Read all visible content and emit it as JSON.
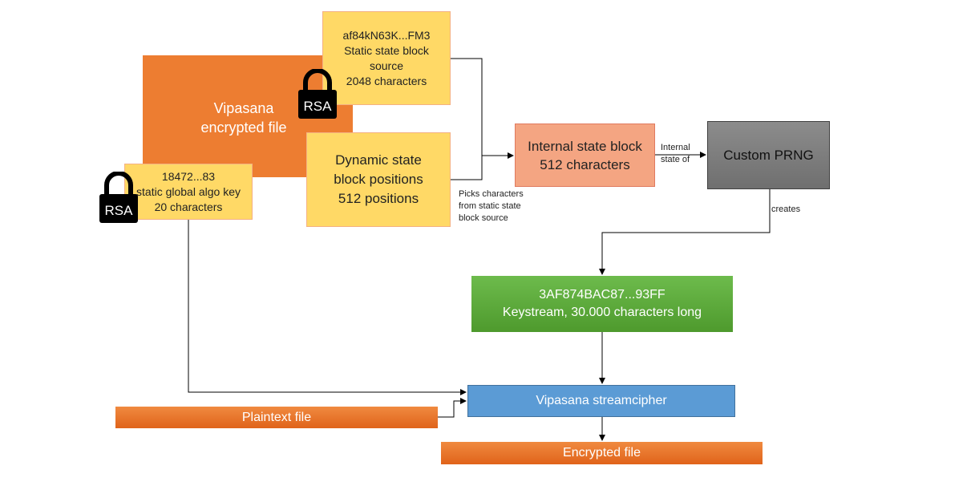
{
  "nodes": {
    "vipasana_file": {
      "lines": [
        "Vipasana",
        "encrypted file"
      ]
    },
    "static_source": {
      "lines": [
        "af84kN63K...FM3",
        "Static state block",
        "source",
        "2048 characters"
      ]
    },
    "dynamic_positions": {
      "lines": [
        "Dynamic state",
        "block positions",
        "512 positions"
      ]
    },
    "algo_key": {
      "lines": [
        "18472...83",
        "static global algo key",
        "20 characters"
      ]
    },
    "internal_state": {
      "lines": [
        "Internal state block",
        "512 characters"
      ]
    },
    "prng": {
      "lines": [
        "Custom PRNG"
      ]
    },
    "keystream": {
      "lines": [
        "3AF874BAC87...93FF",
        "Keystream, 30.000 characters long"
      ]
    },
    "streamcipher": {
      "lines": [
        "Vipasana streamcipher"
      ]
    },
    "plaintext": {
      "lines": [
        "Plaintext file"
      ]
    },
    "encrypted": {
      "lines": [
        "Encrypted file"
      ]
    }
  },
  "edge_labels": {
    "picks": [
      "Picks characters",
      "from static state",
      "block source"
    ],
    "internal_state_of": [
      "Internal",
      "state of"
    ],
    "creates": [
      "creates"
    ]
  },
  "locks": {
    "label": "RSA"
  },
  "colors": {
    "orange": "#ed7d31",
    "yellow": "#ffd966",
    "salmon": "#f4a582",
    "gray": "#7f7f7f",
    "green": "#5aa83a",
    "blue": "#5b9bd5",
    "black": "#000000"
  }
}
